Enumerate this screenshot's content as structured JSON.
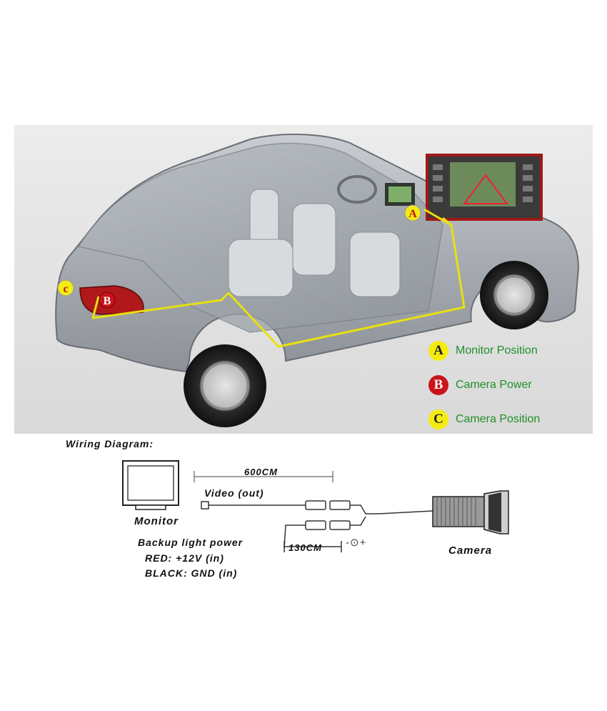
{
  "legend": [
    {
      "badge": "A",
      "label": "Monitor Position",
      "color": "#f4ec10"
    },
    {
      "badge": "B",
      "label": "Camera Power",
      "color": "#c8141a"
    },
    {
      "badge": "C",
      "label": "Camera Position",
      "color": "#f4ec10"
    }
  ],
  "car_markers": {
    "a": "A",
    "b": "B",
    "c": "c"
  },
  "wiring": {
    "title": "Wiring Diagram:",
    "monitor": "Monitor",
    "length_main": "600CM",
    "video": "Video (out)",
    "power_title": "Backup light power",
    "red": "RED: +12V (in)",
    "black": "BLACK: GND (in)",
    "length_power": "130CM",
    "polarity": "-⊙+",
    "camera": "Camera"
  },
  "colors": {
    "legend_text": "#1f8f2a",
    "wire_path": "#e8e010",
    "background_panel": "#dcdcdc"
  }
}
